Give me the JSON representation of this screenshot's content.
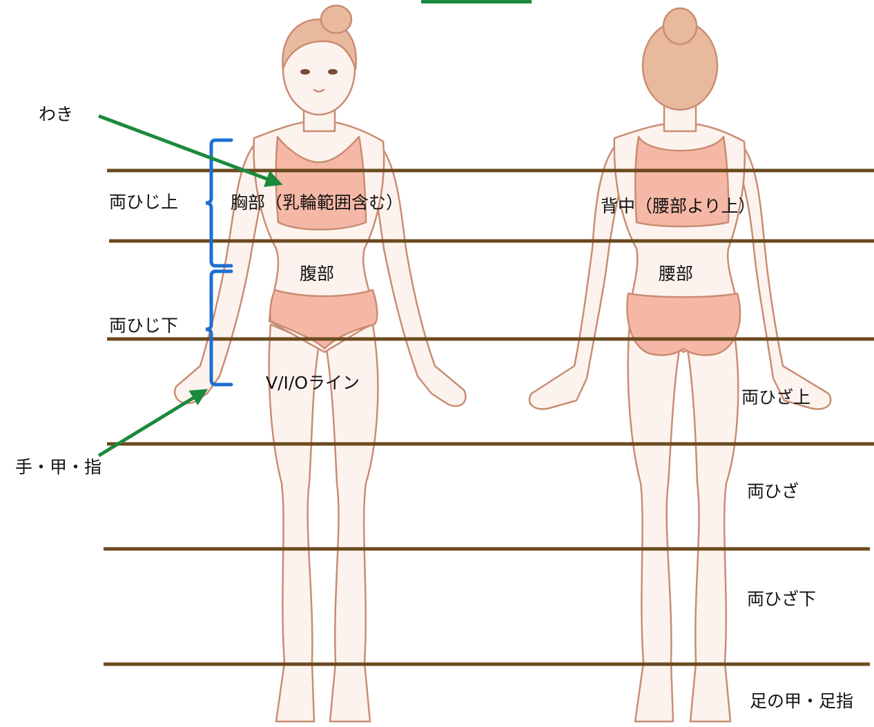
{
  "labels": {
    "waki": "わき",
    "ryohiji_ue": "両ひじ上",
    "ryohiji_shita": "両ひじ下",
    "te_ko_yubi": "手・甲・指",
    "kyobu": "胸部（乳輪範囲含む）",
    "fukubu": "腹部",
    "vio": "V/I/Oライン",
    "senaka": "背中（腰部より上）",
    "yobu": "腰部",
    "ryohiza_ue": "両ひざ上",
    "ryohiza": "両ひざ",
    "ryohiza_shita": "両ひざ下",
    "ashi": "足の甲・足指"
  },
  "colors": {
    "divider": "#6b4a1f",
    "arrow": "#1a8a3c",
    "bracket": "#1e6fd0",
    "skin": "#fdf3ee",
    "outline": "#c98c72",
    "underwear": "#f6b8a6",
    "hair": "#e9b99e"
  }
}
